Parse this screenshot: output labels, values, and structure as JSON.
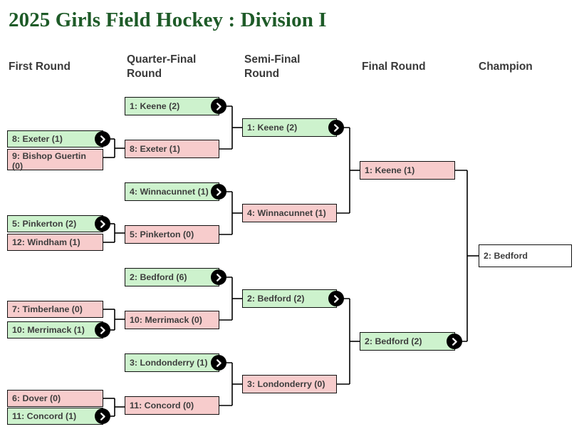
{
  "title": "2025 Girls Field Hockey : Division I",
  "colors": {
    "title": "#1e5b28",
    "winner_fill": "#cdf2cd",
    "loser_fill": "#f7cccc",
    "border": "#111111",
    "header_text": "#3a3a3a",
    "box_text": "#3d3d3d"
  },
  "headers": [
    {
      "label": "First Round"
    },
    {
      "label": "Quarter-Final Round"
    },
    {
      "label": "Semi-Final Round"
    },
    {
      "label": "Final Round"
    },
    {
      "label": "Champion"
    }
  ],
  "rounds": {
    "first": [
      {
        "label": "8: Exeter (1)",
        "result": "win",
        "advances": true
      },
      {
        "label": "9: Bishop Guertin (0)",
        "result": "loss",
        "advances": false
      },
      {
        "label": "5: Pinkerton (2)",
        "result": "win",
        "advances": true
      },
      {
        "label": "12: Windham (1)",
        "result": "loss",
        "advances": false
      },
      {
        "label": "7: Timberlane (0)",
        "result": "loss",
        "advances": false
      },
      {
        "label": "10: Merrimack (1)",
        "result": "win",
        "advances": true
      },
      {
        "label": "6: Dover (0)",
        "result": "loss",
        "advances": false
      },
      {
        "label": "11: Concord (1)",
        "result": "win",
        "advances": true
      }
    ],
    "quarter": [
      {
        "label": "1: Keene (2)",
        "result": "win",
        "advances": true
      },
      {
        "label": "8: Exeter (1)",
        "result": "loss",
        "advances": false
      },
      {
        "label": "4: Winnacunnet (1)",
        "result": "win",
        "advances": true
      },
      {
        "label": "5: Pinkerton (0)",
        "result": "loss",
        "advances": false
      },
      {
        "label": "2: Bedford (6)",
        "result": "win",
        "advances": true
      },
      {
        "label": "10: Merrimack (0)",
        "result": "loss",
        "advances": false
      },
      {
        "label": "3: Londonderry (1)",
        "result": "win",
        "advances": true
      },
      {
        "label": "11: Concord (0)",
        "result": "loss",
        "advances": false
      }
    ],
    "semi": [
      {
        "label": "1: Keene (2)",
        "result": "win",
        "advances": true
      },
      {
        "label": "4: Winnacunnet (1)",
        "result": "loss",
        "advances": false
      },
      {
        "label": "2: Bedford (2)",
        "result": "win",
        "advances": true
      },
      {
        "label": "3: Londonderry (0)",
        "result": "loss",
        "advances": false
      }
    ],
    "final": [
      {
        "label": "1: Keene (1)",
        "result": "loss",
        "advances": false
      },
      {
        "label": "2: Bedford (2)",
        "result": "win",
        "advances": true
      }
    ],
    "champion": [
      {
        "label": "2: Bedford",
        "result": "blank",
        "advances": false
      }
    ]
  },
  "icons": {
    "advance": "chevron-right-icon"
  }
}
